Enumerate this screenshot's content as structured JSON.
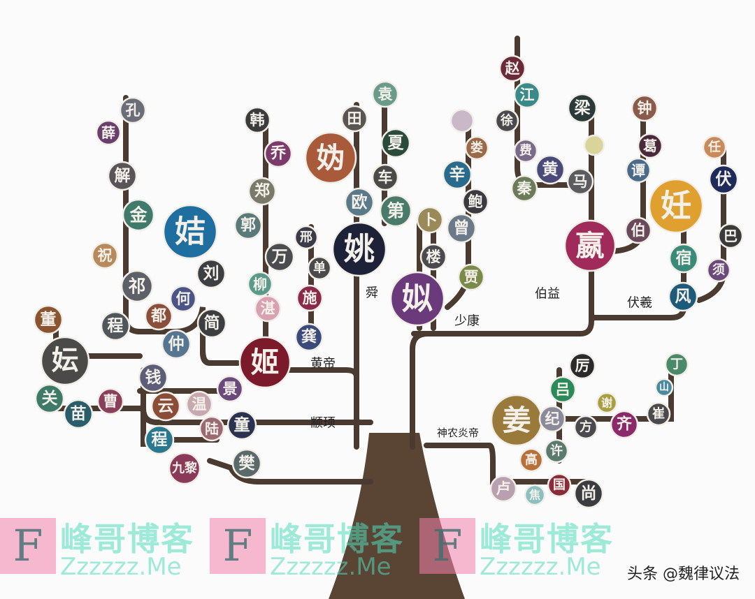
{
  "colors": {
    "branch": "#4a3a30",
    "trunk": "#5a4434",
    "background": "#fbfbfb"
  },
  "labels": {
    "huangdi": "黄帝",
    "zhuanxu": "颛顼",
    "shun": "舜",
    "shaokang": "少康",
    "boyi": "伯益",
    "fuxi": "伏羲",
    "shennong": "神农炎帝"
  },
  "nodes": [
    {
      "char": "孔",
      "color": "#6b6e78"
    },
    {
      "char": "薛",
      "color": "#6a3f6c"
    },
    {
      "char": "解",
      "color": "#5a5458"
    },
    {
      "char": "金",
      "color": "#3f7a6a"
    },
    {
      "char": "姞",
      "color": "#1e6fa0"
    },
    {
      "char": "祝",
      "color": "#b68a5a"
    },
    {
      "char": "祁",
      "color": "#5d6066"
    },
    {
      "char": "刘",
      "color": "#3d3f42"
    },
    {
      "char": "何",
      "color": "#4a5486"
    },
    {
      "char": "都",
      "color": "#8a4f3a"
    },
    {
      "char": "程",
      "color": "#50565c"
    },
    {
      "char": "仲",
      "color": "#557590"
    },
    {
      "char": "简",
      "color": "#3c3e40"
    },
    {
      "char": "董",
      "color": "#8a5430"
    },
    {
      "char": "妘",
      "color": "#4a4a48"
    },
    {
      "char": "关",
      "color": "#3d7a68"
    },
    {
      "char": "苗",
      "color": "#2a5d6c"
    },
    {
      "char": "曹",
      "color": "#8a3f5a"
    },
    {
      "char": "钱",
      "color": "#5c5e78"
    },
    {
      "char": "云",
      "color": "#8a4e38"
    },
    {
      "char": "温",
      "color": "#c8a8b0"
    },
    {
      "char": "景",
      "color": "#6a4a7a"
    },
    {
      "char": "程",
      "color": "#2a7890"
    },
    {
      "char": "陆",
      "color": "#9a6a70"
    },
    {
      "char": "九黎",
      "color": "#8a3a58"
    },
    {
      "char": "童",
      "color": "#2a3250"
    },
    {
      "char": "樊",
      "color": "#5a6a6a"
    },
    {
      "char": "韩",
      "color": "#3a3c3c"
    },
    {
      "char": "乔",
      "color": "#7a3a6a"
    },
    {
      "char": "郑",
      "color": "#7a7a6a"
    },
    {
      "char": "郭",
      "color": "#5a7a7a"
    },
    {
      "char": "万",
      "color": "#4a4c50"
    },
    {
      "char": "邢",
      "color": "#3a3a48"
    },
    {
      "char": "柳",
      "color": "#5a9a8a"
    },
    {
      "char": "单",
      "color": "#4a4a4a"
    },
    {
      "char": "施",
      "color": "#8a2a4a"
    },
    {
      "char": "湛",
      "color": "#d8a0b0"
    },
    {
      "char": "龚",
      "color": "#3a4a7a"
    },
    {
      "char": "姬",
      "color": "#7a1a2a"
    },
    {
      "char": "田",
      "color": "#5a5454"
    },
    {
      "char": "妫",
      "color": "#a85a3a"
    },
    {
      "char": "袁",
      "color": "#6a9a8a"
    },
    {
      "char": "夏",
      "color": "#2a4a3a"
    },
    {
      "char": "车",
      "color": "#4a4a48"
    },
    {
      "char": "欧",
      "color": "#5a7a8a"
    },
    {
      "char": "第",
      "color": "#4a7a6a"
    },
    {
      "char": "姚",
      "color": "#1e2238"
    },
    {
      "char": "卜",
      "color": "#9a8a5a"
    },
    {
      "char": "楼",
      "color": "#4a4a4e"
    },
    {
      "char": "姒",
      "color": "#6a3a7a"
    },
    {
      "char": "",
      "color": "#c8b8c8"
    },
    {
      "char": "娄",
      "color": "#9a6a48"
    },
    {
      "char": "辛",
      "color": "#2a6a8a"
    },
    {
      "char": "鲍",
      "color": "#3a3a40"
    },
    {
      "char": "曾",
      "color": "#6a7a8a"
    },
    {
      "char": "贾",
      "color": "#7a8a4a"
    },
    {
      "char": "赵",
      "color": "#6a2a3a"
    },
    {
      "char": "江",
      "color": "#3a8a8a"
    },
    {
      "char": "徐",
      "color": "#4a4a4e"
    },
    {
      "char": "费",
      "color": "#7a6a8a"
    },
    {
      "char": "黄",
      "color": "#4a4a7a"
    },
    {
      "char": "秦",
      "color": "#6a7a5a"
    },
    {
      "char": "马",
      "color": "#5a5c60"
    },
    {
      "char": "梁",
      "color": "#2a3a3a"
    },
    {
      "char": "",
      "color": "#d8d49a"
    },
    {
      "char": "嬴",
      "color": "#a02a5a"
    },
    {
      "char": "钟",
      "color": "#8a5a4a"
    },
    {
      "char": "葛",
      "color": "#4a2a3a"
    },
    {
      "char": "谭",
      "color": "#4a6a8a"
    },
    {
      "char": "伯",
      "color": "#6a4a5a"
    },
    {
      "char": "妊",
      "color": "#e0a030"
    },
    {
      "char": "伏",
      "color": "#1e2a5a"
    },
    {
      "char": "任",
      "color": "#c88a5a"
    },
    {
      "char": "巴",
      "color": "#3a3a3a"
    },
    {
      "char": "宿",
      "color": "#3a8a7a"
    },
    {
      "char": "须",
      "color": "#6a4a7a"
    },
    {
      "char": "风",
      "color": "#1e5a7a"
    },
    {
      "char": "姜",
      "color": "#9a7a3a"
    },
    {
      "char": "厉",
      "color": "#2a2a2a"
    },
    {
      "char": "吕",
      "color": "#2a8a5a"
    },
    {
      "char": "纪",
      "color": "#8a8a9a"
    },
    {
      "char": "方",
      "color": "#4a4a4e"
    },
    {
      "char": "谢",
      "color": "#a8a040"
    },
    {
      "char": "齐",
      "color": "#8a2a6a"
    },
    {
      "char": "崔",
      "color": "#4a4a4e"
    },
    {
      "char": "山",
      "color": "#4a8aa0"
    },
    {
      "char": "丁",
      "color": "#4a8a6a"
    },
    {
      "char": "许",
      "color": "#5a7a70"
    },
    {
      "char": "高",
      "color": "#b8703a"
    },
    {
      "char": "卢",
      "color": "#b8a0b0"
    },
    {
      "char": "焦",
      "color": "#8ac0c0"
    },
    {
      "char": "国",
      "color": "#8a2a3a"
    },
    {
      "char": "尚",
      "color": "#3a3c40"
    }
  ],
  "watermark": {
    "cn": "峰哥博客",
    "en": "Zzzzzz.Me",
    "logo": "F"
  },
  "credit": "头条 @魏律议法"
}
